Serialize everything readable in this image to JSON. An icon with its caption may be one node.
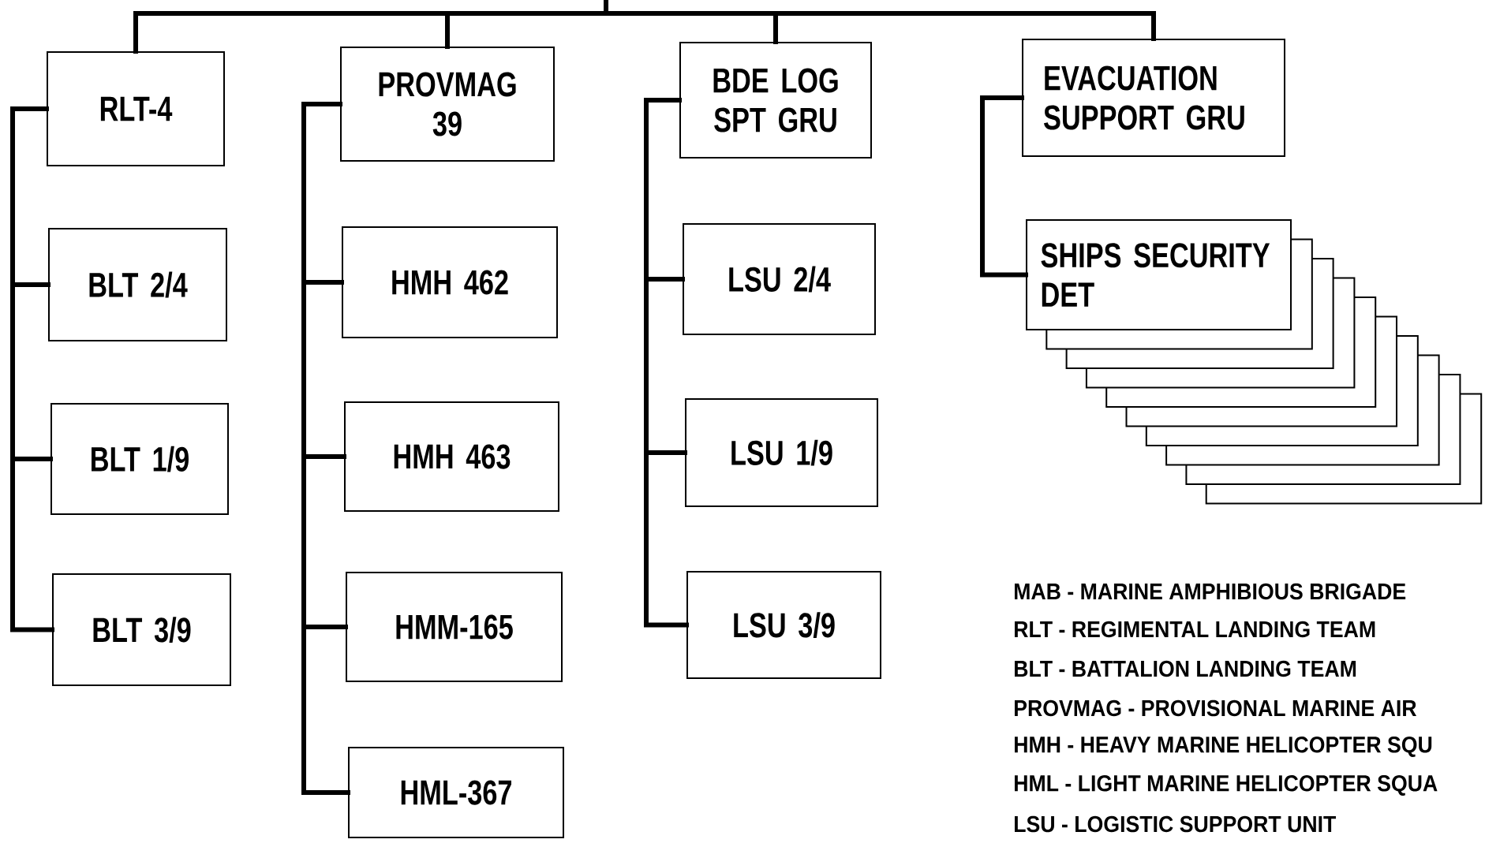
{
  "diagram": {
    "nodes": [
      {
        "text": [
          "RLT-4"
        ]
      },
      {
        "text": [
          "BLT 2/4"
        ]
      },
      {
        "text": [
          "BLT 1/9"
        ]
      },
      {
        "text": [
          "BLT 3/9"
        ]
      },
      {
        "text": [
          "PROVMAG 39"
        ]
      },
      {
        "text": [
          "HMH 462"
        ]
      },
      {
        "text": [
          "HMH 463"
        ]
      },
      {
        "text": [
          "HMM-165"
        ]
      },
      {
        "text": [
          "HML-367"
        ]
      },
      {
        "text": [
          "BDE LOG SPT GRU"
        ]
      },
      {
        "text": [
          "LSU 2/4"
        ]
      },
      {
        "text": [
          "LSU 1/9"
        ]
      },
      {
        "text": [
          "LSU 3/9"
        ]
      },
      {
        "text": [
          "EVACUATION SUPPORT GRU"
        ]
      },
      {
        "text": [
          "SHIPS SECURITY DET"
        ]
      }
    ],
    "edges": [
      {
        "from": null,
        "to": 0,
        "arrow": "none"
      },
      {
        "from": null,
        "to": 4,
        "arrow": "none"
      },
      {
        "from": null,
        "to": 9,
        "arrow": "none"
      },
      {
        "from": null,
        "to": 13,
        "arrow": "none"
      },
      {
        "from": 0,
        "to": 1,
        "arrow": "none"
      },
      {
        "from": 0,
        "to": 2,
        "arrow": "none"
      },
      {
        "from": 0,
        "to": 3,
        "arrow": "none"
      },
      {
        "from": 4,
        "to": 5,
        "arrow": "none"
      },
      {
        "from": 4,
        "to": 6,
        "arrow": "none"
      },
      {
        "from": 4,
        "to": 7,
        "arrow": "none"
      },
      {
        "from": 4,
        "to": 8,
        "arrow": "none"
      },
      {
        "from": 9,
        "to": 10,
        "arrow": "none"
      },
      {
        "from": 9,
        "to": 11,
        "arrow": "none"
      },
      {
        "from": 9,
        "to": 12,
        "arrow": "none"
      },
      {
        "from": 13,
        "to": 14,
        "arrow": "none"
      }
    ],
    "labels": [
      "MAB - MARINE AMPHIBIOUS BRIGADE",
      "RLT - REGIMENTAL LANDING TEAM",
      "BLT - BATTALION LANDING TEAM",
      "PROVMAG - PROVISIONAL MARINE AIR",
      "HMH - HEAVY MARINE HELICOPTER SQU",
      "HML - LIGHT MARINE HELICOPTER SQUA",
      "LSU - LOGISTIC SUPPORT UNIT"
    ]
  }
}
